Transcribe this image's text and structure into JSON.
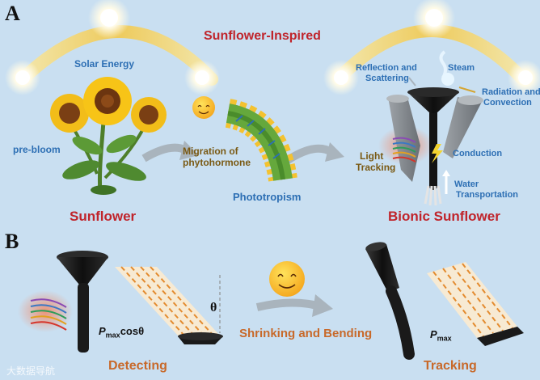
{
  "panel_a": {
    "letter": "A",
    "title": "Sunflower-Inspired",
    "solar_energy": "Solar Energy",
    "pre_bloom": "pre-bloom",
    "sunflower": "Sunflower",
    "migration_line1": "Migration of",
    "migration_line2": "phytohormone",
    "phototropism": "Phototropism",
    "reflection_line1": "Reflection and",
    "reflection_line2": "Scattering",
    "steam": "Steam",
    "radiation_line1": "Radiation and",
    "radiation_line2": "Convection",
    "light_line1": "Light",
    "light_line2": "Tracking",
    "conduction": "Conduction",
    "water_line1": "Water",
    "water_line2": "Transportation",
    "bionic_sunflower": "Bionic Sunflower"
  },
  "panel_b": {
    "letter": "B",
    "theta": "θ",
    "p_sub": "max",
    "p_cos_suffix": "cosθ",
    "p_letter": "P",
    "shrinking": "Shrinking and Bending",
    "detecting": "Detecting",
    "tracking": "Tracking"
  },
  "watermark": "大数据导航",
  "colors": {
    "background": "#c9dff1",
    "title_red": "#c0242b",
    "label_blue": "#2d6fb4",
    "label_orange": "#c8692a",
    "arc_yellow": "#f3d35a"
  }
}
